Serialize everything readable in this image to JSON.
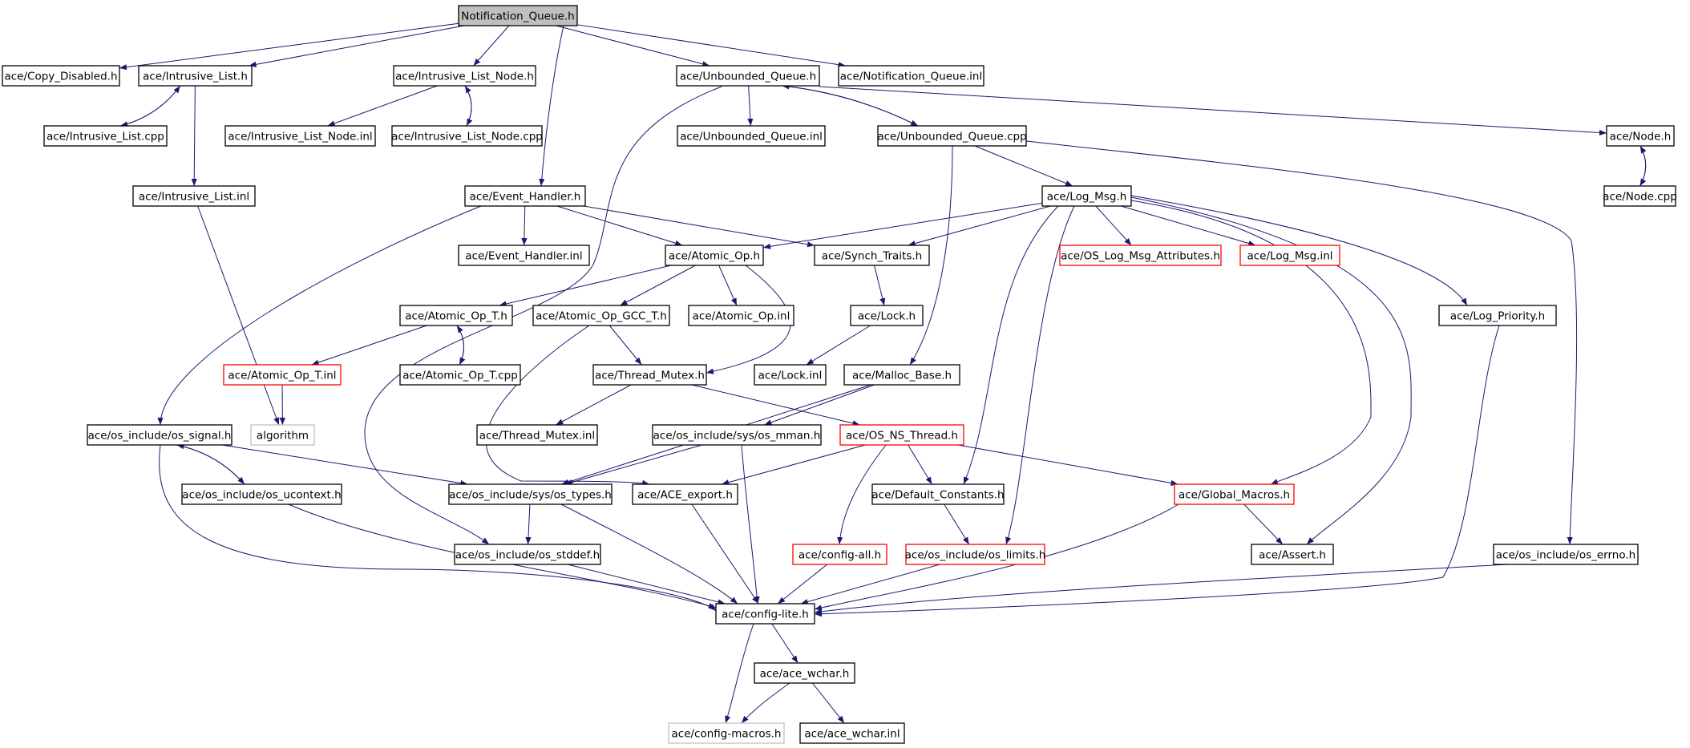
{
  "diagram": {
    "colors": {
      "edge": "#191970",
      "border_default": "#000000",
      "border_red": "#ff0000",
      "border_gray": "#bfbfbf",
      "fill_root": "#bfbfbf",
      "fill_default": "#ffffff"
    },
    "nodes": [
      {
        "id": "notification_queue_h",
        "label": "Notification_Queue.h",
        "style": "root"
      },
      {
        "id": "copy_disabled_h",
        "label": "ace/Copy_Disabled.h",
        "style": "default"
      },
      {
        "id": "intrusive_list_h",
        "label": "ace/Intrusive_List.h",
        "style": "default"
      },
      {
        "id": "intrusive_list_node_h",
        "label": "ace/Intrusive_List_Node.h",
        "style": "default"
      },
      {
        "id": "unbounded_queue_h",
        "label": "ace/Unbounded_Queue.h",
        "style": "default"
      },
      {
        "id": "notification_queue_inl",
        "label": "ace/Notification_Queue.inl",
        "style": "default"
      },
      {
        "id": "intrusive_list_cpp",
        "label": "ace/Intrusive_List.cpp",
        "style": "default"
      },
      {
        "id": "intrusive_list_node_inl",
        "label": "ace/Intrusive_List_Node.inl",
        "style": "default"
      },
      {
        "id": "intrusive_list_node_cpp",
        "label": "ace/Intrusive_List_Node.cpp",
        "style": "default"
      },
      {
        "id": "unbounded_queue_inl",
        "label": "ace/Unbounded_Queue.inl",
        "style": "default"
      },
      {
        "id": "unbounded_queue_cpp",
        "label": "ace/Unbounded_Queue.cpp",
        "style": "default"
      },
      {
        "id": "node_h",
        "label": "ace/Node.h",
        "style": "default"
      },
      {
        "id": "intrusive_list_inl",
        "label": "ace/Intrusive_List.inl",
        "style": "default"
      },
      {
        "id": "event_handler_h",
        "label": "ace/Event_Handler.h",
        "style": "default"
      },
      {
        "id": "log_msg_h",
        "label": "ace/Log_Msg.h",
        "style": "default"
      },
      {
        "id": "node_cpp",
        "label": "ace/Node.cpp",
        "style": "default"
      },
      {
        "id": "event_handler_inl",
        "label": "ace/Event_Handler.inl",
        "style": "default"
      },
      {
        "id": "atomic_op_h",
        "label": "ace/Atomic_Op.h",
        "style": "default"
      },
      {
        "id": "synch_traits_h",
        "label": "ace/Synch_Traits.h",
        "style": "default"
      },
      {
        "id": "os_log_msg_attributes_h",
        "label": "ace/OS_Log_Msg_Attributes.h",
        "style": "red"
      },
      {
        "id": "log_msg_inl",
        "label": "ace/Log_Msg.inl",
        "style": "red"
      },
      {
        "id": "atomic_op_t_h",
        "label": "ace/Atomic_Op_T.h",
        "style": "default"
      },
      {
        "id": "atomic_op_gcc_t_h",
        "label": "ace/Atomic_Op_GCC_T.h",
        "style": "default"
      },
      {
        "id": "atomic_op_inl",
        "label": "ace/Atomic_Op.inl",
        "style": "default"
      },
      {
        "id": "lock_h",
        "label": "ace/Lock.h",
        "style": "default"
      },
      {
        "id": "log_priority_h",
        "label": "ace/Log_Priority.h",
        "style": "default"
      },
      {
        "id": "atomic_op_t_inl",
        "label": "ace/Atomic_Op_T.inl",
        "style": "red"
      },
      {
        "id": "atomic_op_t_cpp",
        "label": "ace/Atomic_Op_T.cpp",
        "style": "default"
      },
      {
        "id": "thread_mutex_h",
        "label": "ace/Thread_Mutex.h",
        "style": "default"
      },
      {
        "id": "lock_inl",
        "label": "ace/Lock.inl",
        "style": "default"
      },
      {
        "id": "malloc_base_h",
        "label": "ace/Malloc_Base.h",
        "style": "default"
      },
      {
        "id": "os_signal_h",
        "label": "ace/os_include/os_signal.h",
        "style": "default"
      },
      {
        "id": "algorithm",
        "label": "algorithm",
        "style": "gray"
      },
      {
        "id": "thread_mutex_inl",
        "label": "ace/Thread_Mutex.inl",
        "style": "default"
      },
      {
        "id": "os_mman_h",
        "label": "ace/os_include/sys/os_mman.h",
        "style": "default"
      },
      {
        "id": "os_ns_thread_h",
        "label": "ace/OS_NS_Thread.h",
        "style": "red"
      },
      {
        "id": "os_ucontext_h",
        "label": "ace/os_include/os_ucontext.h",
        "style": "default"
      },
      {
        "id": "os_types_h",
        "label": "ace/os_include/sys/os_types.h",
        "style": "default"
      },
      {
        "id": "ace_export_h",
        "label": "ace/ACE_export.h",
        "style": "default"
      },
      {
        "id": "default_constants_h",
        "label": "ace/Default_Constants.h",
        "style": "default"
      },
      {
        "id": "global_macros_h",
        "label": "ace/Global_Macros.h",
        "style": "red"
      },
      {
        "id": "os_stddef_h",
        "label": "ace/os_include/os_stddef.h",
        "style": "default"
      },
      {
        "id": "config_all_h",
        "label": "ace/config-all.h",
        "style": "red"
      },
      {
        "id": "os_limits_h",
        "label": "ace/os_include/os_limits.h",
        "style": "red"
      },
      {
        "id": "assert_h",
        "label": "ace/Assert.h",
        "style": "default"
      },
      {
        "id": "os_errno_h",
        "label": "ace/os_include/os_errno.h",
        "style": "default"
      },
      {
        "id": "config_lite_h",
        "label": "ace/config-lite.h",
        "style": "default"
      },
      {
        "id": "ace_wchar_h",
        "label": "ace/ace_wchar.h",
        "style": "default"
      },
      {
        "id": "config_macros_h",
        "label": "ace/config-macros.h",
        "style": "gray"
      },
      {
        "id": "ace_wchar_inl",
        "label": "ace/ace_wchar.inl",
        "style": "default"
      }
    ],
    "edges": [
      [
        "notification_queue_h",
        "copy_disabled_h"
      ],
      [
        "notification_queue_h",
        "intrusive_list_h"
      ],
      [
        "notification_queue_h",
        "intrusive_list_node_h"
      ],
      [
        "notification_queue_h",
        "event_handler_h"
      ],
      [
        "notification_queue_h",
        "unbounded_queue_h"
      ],
      [
        "notification_queue_h",
        "notification_queue_inl"
      ],
      [
        "intrusive_list_h",
        "intrusive_list_cpp"
      ],
      [
        "intrusive_list_cpp",
        "intrusive_list_h"
      ],
      [
        "intrusive_list_h",
        "intrusive_list_inl"
      ],
      [
        "intrusive_list_node_h",
        "intrusive_list_node_inl"
      ],
      [
        "intrusive_list_node_h",
        "intrusive_list_node_cpp"
      ],
      [
        "intrusive_list_node_cpp",
        "intrusive_list_node_h"
      ],
      [
        "unbounded_queue_h",
        "unbounded_queue_inl"
      ],
      [
        "unbounded_queue_h",
        "unbounded_queue_cpp"
      ],
      [
        "unbounded_queue_cpp",
        "unbounded_queue_h"
      ],
      [
        "unbounded_queue_h",
        "node_h"
      ],
      [
        "unbounded_queue_h",
        "os_stddef_h"
      ],
      [
        "unbounded_queue_cpp",
        "log_msg_h"
      ],
      [
        "unbounded_queue_cpp",
        "malloc_base_h"
      ],
      [
        "unbounded_queue_cpp",
        "os_errno_h"
      ],
      [
        "node_h",
        "node_cpp"
      ],
      [
        "node_cpp",
        "node_h"
      ],
      [
        "intrusive_list_inl",
        "algorithm"
      ],
      [
        "event_handler_h",
        "event_handler_inl"
      ],
      [
        "event_handler_h",
        "atomic_op_h"
      ],
      [
        "event_handler_h",
        "synch_traits_h"
      ],
      [
        "event_handler_h",
        "os_signal_h"
      ],
      [
        "log_msg_h",
        "atomic_op_h"
      ],
      [
        "log_msg_h",
        "synch_traits_h"
      ],
      [
        "log_msg_h",
        "os_log_msg_attributes_h"
      ],
      [
        "log_msg_h",
        "log_msg_inl"
      ],
      [
        "log_msg_h",
        "log_priority_h"
      ],
      [
        "log_msg_h",
        "default_constants_h"
      ],
      [
        "log_msg_h",
        "os_limits_h"
      ],
      [
        "log_msg_h",
        "global_macros_h"
      ],
      [
        "log_msg_h",
        "assert_h"
      ],
      [
        "atomic_op_h",
        "atomic_op_t_h"
      ],
      [
        "atomic_op_h",
        "atomic_op_gcc_t_h"
      ],
      [
        "atomic_op_h",
        "atomic_op_inl"
      ],
      [
        "atomic_op_h",
        "thread_mutex_h"
      ],
      [
        "atomic_op_t_h",
        "atomic_op_t_inl"
      ],
      [
        "atomic_op_t_h",
        "atomic_op_t_cpp"
      ],
      [
        "atomic_op_t_cpp",
        "atomic_op_t_h"
      ],
      [
        "atomic_op_t_inl",
        "algorithm"
      ],
      [
        "atomic_op_gcc_t_h",
        "thread_mutex_h"
      ],
      [
        "atomic_op_gcc_t_h",
        "ace_export_h"
      ],
      [
        "synch_traits_h",
        "lock_h"
      ],
      [
        "lock_h",
        "lock_inl"
      ],
      [
        "thread_mutex_h",
        "thread_mutex_inl"
      ],
      [
        "thread_mutex_h",
        "os_ns_thread_h"
      ],
      [
        "malloc_base_h",
        "os_mman_h"
      ],
      [
        "malloc_base_h",
        "os_types_h"
      ],
      [
        "os_mman_h",
        "os_types_h"
      ],
      [
        "os_mman_h",
        "config_lite_h"
      ],
      [
        "os_ns_thread_h",
        "ace_export_h"
      ],
      [
        "os_ns_thread_h",
        "default_constants_h"
      ],
      [
        "os_ns_thread_h",
        "config_all_h"
      ],
      [
        "os_ns_thread_h",
        "global_macros_h"
      ],
      [
        "os_signal_h",
        "os_ucontext_h"
      ],
      [
        "os_ucontext_h",
        "os_signal_h"
      ],
      [
        "os_signal_h",
        "os_types_h"
      ],
      [
        "os_signal_h",
        "config_lite_h"
      ],
      [
        "os_ucontext_h",
        "config_lite_h"
      ],
      [
        "os_types_h",
        "os_stddef_h"
      ],
      [
        "os_types_h",
        "config_lite_h"
      ],
      [
        "ace_export_h",
        "config_lite_h"
      ],
      [
        "default_constants_h",
        "os_limits_h"
      ],
      [
        "global_macros_h",
        "assert_h"
      ],
      [
        "global_macros_h",
        "config_lite_h"
      ],
      [
        "os_stddef_h",
        "config_lite_h"
      ],
      [
        "config_all_h",
        "config_lite_h"
      ],
      [
        "os_limits_h",
        "config_lite_h"
      ],
      [
        "log_priority_h",
        "config_lite_h"
      ],
      [
        "os_errno_h",
        "config_lite_h"
      ],
      [
        "config_lite_h",
        "ace_wchar_h"
      ],
      [
        "config_lite_h",
        "config_macros_h"
      ],
      [
        "ace_wchar_h",
        "config_macros_h"
      ],
      [
        "ace_wchar_h",
        "ace_wchar_inl"
      ]
    ]
  }
}
